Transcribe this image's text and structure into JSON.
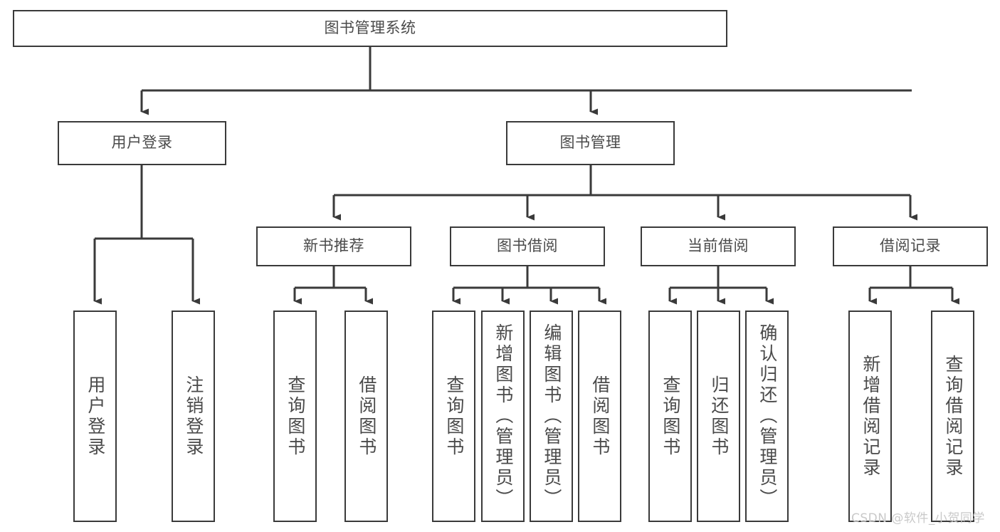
{
  "diagram": {
    "title": "图书管理系统",
    "type": "tree-hierarchy-diagram",
    "colors": {
      "box_border": "#3a3a3a",
      "box_fill": "#ffffff",
      "text": "#4a4a4a",
      "edge": "#3a3a3a",
      "watermark": "#c9c9c9",
      "canvas": "#ffffff"
    },
    "watermark": "CSDN @软件_小贺同学",
    "root": {
      "label": "图书管理系统"
    },
    "level2": [
      {
        "label": "用户登录"
      },
      {
        "label": "图书管理"
      }
    ],
    "level3": [
      {
        "label": "新书推荐"
      },
      {
        "label": "图书借阅"
      },
      {
        "label": "当前借阅"
      },
      {
        "label": "借阅记录"
      }
    ],
    "leaves": {
      "user_login": [
        {
          "label": "用户登录"
        },
        {
          "label": "注销登录"
        }
      ],
      "new_book_recommend": [
        {
          "label": "查询图书"
        },
        {
          "label": "借阅图书"
        }
      ],
      "book_borrow": [
        {
          "label": "查询图书"
        },
        {
          "label": "新增图书（管理员）"
        },
        {
          "label": "编辑图书（管理员）"
        },
        {
          "label": "借阅图书"
        }
      ],
      "current_borrow": [
        {
          "label": "查询图书"
        },
        {
          "label": "归还图书"
        },
        {
          "label": "确认归还（管理员）"
        }
      ],
      "borrow_record": [
        {
          "label": "新增借阅记录"
        },
        {
          "label": "查询借阅记录"
        }
      ]
    }
  }
}
